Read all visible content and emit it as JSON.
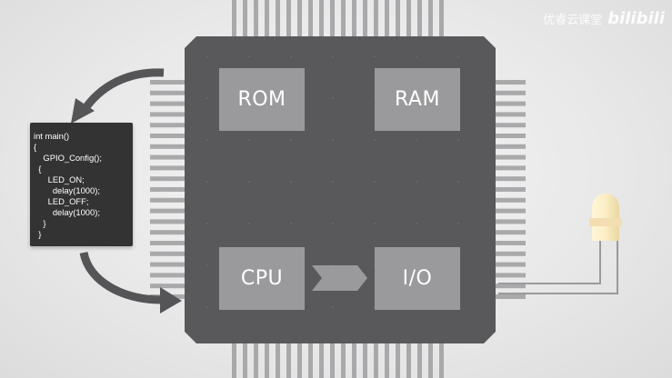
{
  "watermark": {
    "text": "优睿云课堂",
    "logo": "bilibili"
  },
  "chip": {
    "blocks": {
      "rom": "ROM",
      "ram": "RAM",
      "cpu": "CPU",
      "io": "I/O"
    }
  },
  "code": {
    "lines": [
      "int main()",
      "{",
      "    GPIO_Config();",
      "  {",
      "      LED_ON;",
      "        delay(1000);",
      "      LED_OFF;",
      "        delay(1000);",
      "    }",
      "  }"
    ]
  },
  "colors": {
    "chip_body": "#59595b",
    "block": "#9a9a9c",
    "pins": "#a9a9ab",
    "code_bg": "#333334",
    "arrow": "#555557",
    "led": "#f7e7b8"
  }
}
